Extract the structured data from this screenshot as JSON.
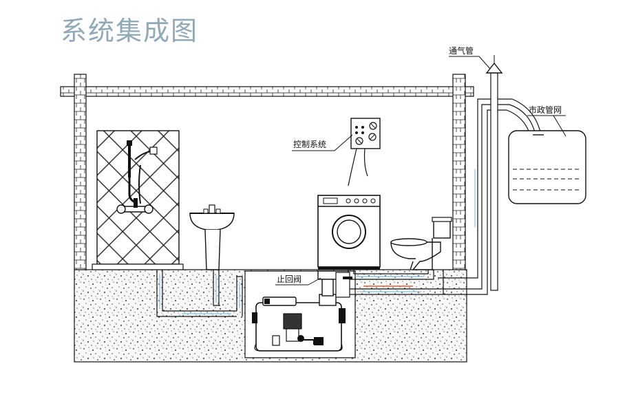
{
  "title": "系统集成图",
  "labels": {
    "vent_pipe": "通气管",
    "municipal_network": "市政管网",
    "control_system": "控制系统",
    "check_valve": "止回阀"
  },
  "colors": {
    "title": "#8fa9b9",
    "flow_blue": "#8fcfe6",
    "flow_red": "#e0603a"
  }
}
